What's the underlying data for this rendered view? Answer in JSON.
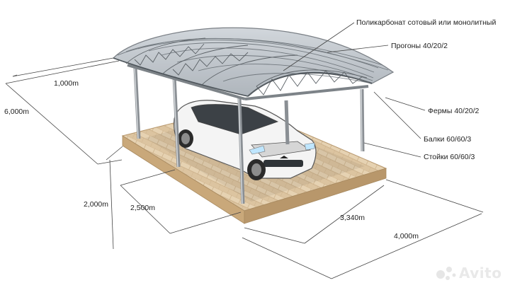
{
  "callouts": {
    "covering": "Поликарбонат сотовый или монолитный",
    "purlins": "Прогоны 40/20/2",
    "trusses": "Фермы 40/20/2",
    "beams": "Балки 60/60/3",
    "posts": "Стойки 60/60/3"
  },
  "dimensions": {
    "overhang": "1,000m",
    "length": "6,000m",
    "height": "2,000m",
    "post_spacing": "2,500m",
    "inner_width": "3,340m",
    "total_width": "4,000m"
  },
  "watermark": "Avito"
}
